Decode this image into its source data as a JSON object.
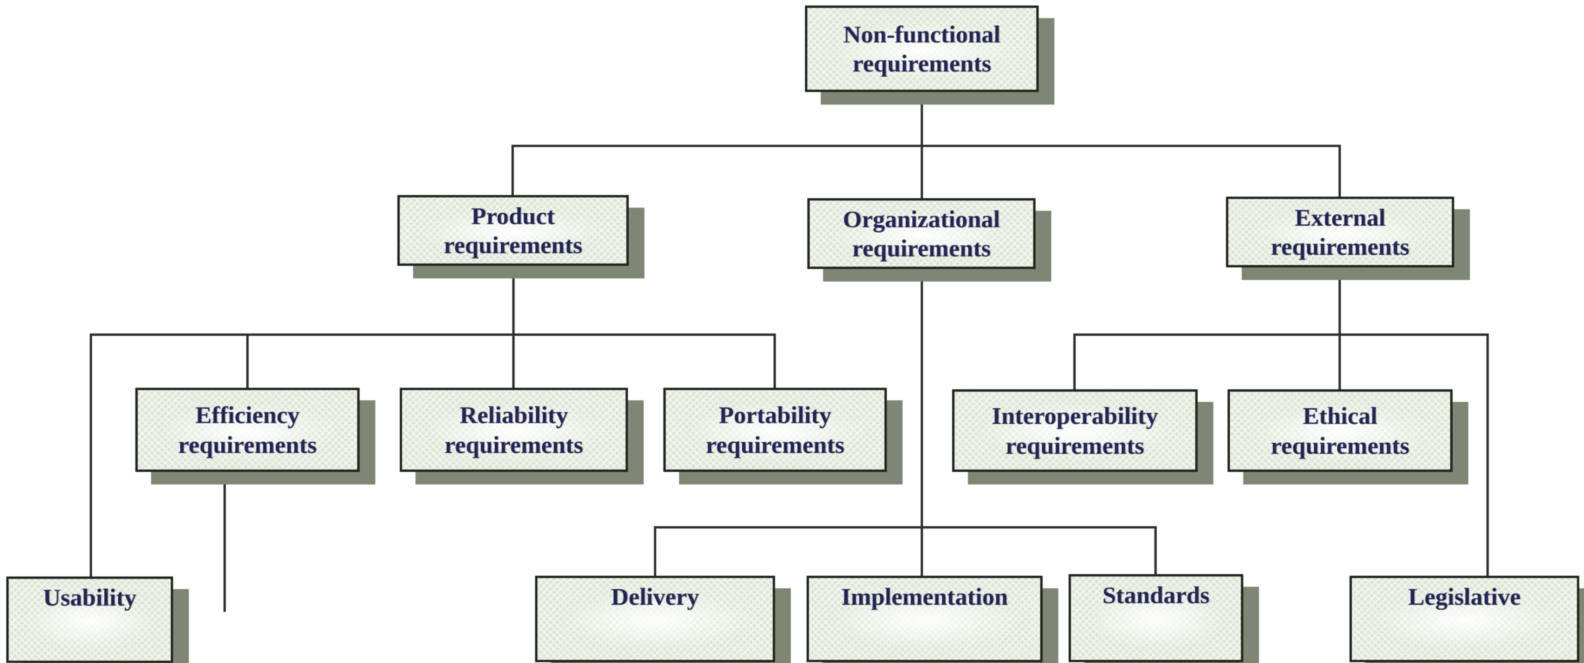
{
  "diagram_type": "hierarchy-tree",
  "colors": {
    "background": "#ffffff",
    "box_fill": "#dde6d6",
    "box_border": "#20251f",
    "box_shadow": "#7d8773",
    "text": "#1e2657",
    "connector_line": "#2e2e2c"
  },
  "nodes": {
    "nonfunctional": {
      "line1": "Non-functional",
      "line2": "requirements"
    },
    "product": {
      "line1": "Product",
      "line2": "requirements"
    },
    "organizational": {
      "line1": "Organizational",
      "line2": "requirements"
    },
    "external": {
      "line1": "External",
      "line2": "requirements"
    },
    "efficiency": {
      "line1": "Efficiency",
      "line2": "requirements"
    },
    "reliability": {
      "line1": "Reliability",
      "line2": "requirements"
    },
    "portability": {
      "line1": "Portability",
      "line2": "requirements"
    },
    "interoperability": {
      "line1": "Interoperability",
      "line2": "requirements"
    },
    "ethical": {
      "line1": "Ethical",
      "line2": "requirements"
    },
    "usability": {
      "line1": "Usability",
      "line2": ""
    },
    "delivery": {
      "line1": "Delivery",
      "line2": ""
    },
    "implementation": {
      "line1": "Implementation",
      "line2": ""
    },
    "standards": {
      "line1": "Standards",
      "line2": ""
    },
    "legislative": {
      "line1": "Legislative",
      "line2": ""
    }
  },
  "hierarchy": [
    {
      "parent": "nonfunctional",
      "child": "product"
    },
    {
      "parent": "nonfunctional",
      "child": "organizational"
    },
    {
      "parent": "nonfunctional",
      "child": "external"
    },
    {
      "parent": "product",
      "child": "usability"
    },
    {
      "parent": "product",
      "child": "efficiency"
    },
    {
      "parent": "product",
      "child": "reliability"
    },
    {
      "parent": "product",
      "child": "portability"
    },
    {
      "parent": "organizational",
      "child": "delivery"
    },
    {
      "parent": "organizational",
      "child": "implementation"
    },
    {
      "parent": "organizational",
      "child": "standards"
    },
    {
      "parent": "external",
      "child": "interoperability"
    },
    {
      "parent": "external",
      "child": "ethical"
    },
    {
      "parent": "external",
      "child": "legislative"
    }
  ]
}
